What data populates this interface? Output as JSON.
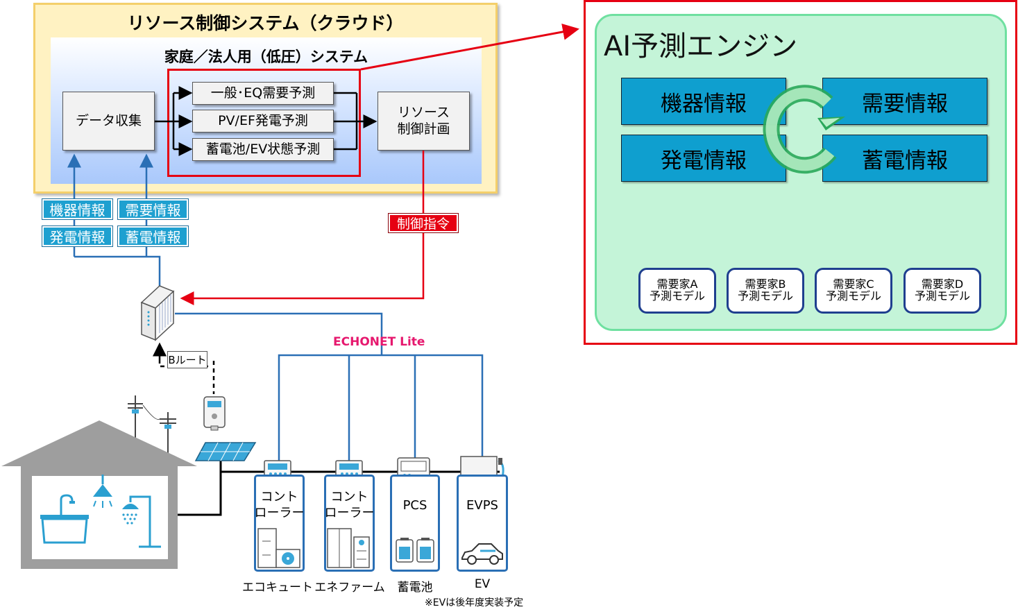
{
  "cloud": {
    "title": "リソース制御システム（クラウド）",
    "subsystem_title": "家庭／法人用（低圧）システム",
    "data_collection": "データ収集",
    "forecasts": [
      "一般･EQ需要予測",
      "PV/EF発電予測",
      "蓄電池/EV状態予測"
    ],
    "resource_plan": [
      "リソース",
      "制御計画"
    ]
  },
  "uplink_tags": [
    "機器情報",
    "需要情報",
    "発電情報",
    "蓄電情報"
  ],
  "control_command": "制御指令",
  "b_route": "Bルート",
  "network_label": "ECHONET Lite",
  "devices": [
    {
      "label": [
        "コント",
        "ローラー"
      ],
      "caption": "エコキュート"
    },
    {
      "label": [
        "コント",
        "ローラー"
      ],
      "caption": "エネファーム"
    },
    {
      "label": [
        "PCS"
      ],
      "caption": "蓄電池"
    },
    {
      "label": [
        "EVPS"
      ],
      "caption": "EV"
    }
  ],
  "footnote": "※EVは後年度実装予定",
  "ai_engine": {
    "title": "AI予測エンジン",
    "info_boxes": [
      "機器情報",
      "需要情報",
      "発電情報",
      "蓄電情報"
    ],
    "models": [
      [
        "需要家A",
        "予測モデル"
      ],
      [
        "需要家B",
        "予測モデル"
      ],
      [
        "需要家C",
        "予測モデル"
      ],
      [
        "需要家D",
        "予測モデル"
      ]
    ]
  },
  "colors": {
    "accent_red": "#e60012",
    "info_blue": "#0f9fcf",
    "line_blue": "#2a6fb5",
    "cycle_green": "#5ed07a",
    "echonet_pink": "#e6186e"
  },
  "icons": [
    "router-icon",
    "smart-meter-icon",
    "solar-panel-icon",
    "utility-pole-icon",
    "house-icon",
    "bathtub-icon",
    "faucet-icon",
    "ceiling-light-icon",
    "shower-icon",
    "controller-icon",
    "heat-pump-icon",
    "fuel-cell-icon",
    "battery-icon",
    "ev-charger-icon",
    "car-icon",
    "cycle-arrow-icon"
  ]
}
